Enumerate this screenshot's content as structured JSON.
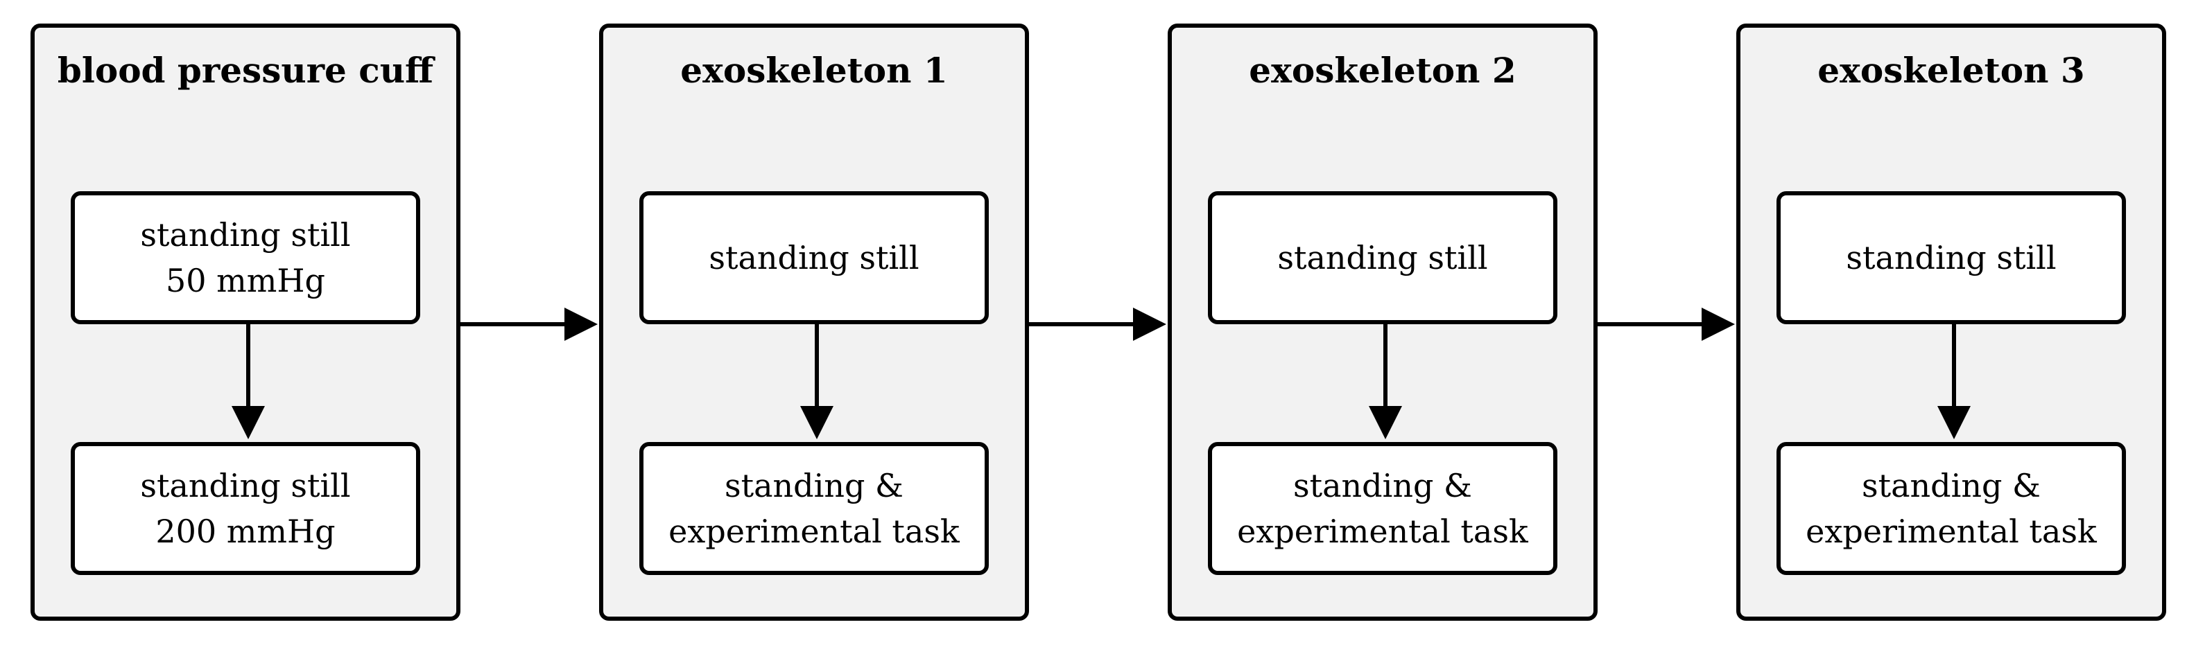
{
  "panels": [
    {
      "title": "blood pressure cuff",
      "steps": [
        {
          "line1": "standing still",
          "line2": "50 mmHg"
        },
        {
          "line1": "standing still",
          "line2": "200 mmHg"
        }
      ]
    },
    {
      "title": "exoskeleton 1",
      "steps": [
        {
          "line1": "standing still",
          "line2": ""
        },
        {
          "line1": "standing &",
          "line2": "experimental task"
        }
      ]
    },
    {
      "title": "exoskeleton 2",
      "steps": [
        {
          "line1": "standing still",
          "line2": ""
        },
        {
          "line1": "standing &",
          "line2": "experimental task"
        }
      ]
    },
    {
      "title": "exoskeleton 3",
      "steps": [
        {
          "line1": "standing still",
          "line2": ""
        },
        {
          "line1": "standing &",
          "line2": "experimental task"
        }
      ]
    }
  ],
  "colors": {
    "panel_fill": "#f2f2f2",
    "box_fill": "#ffffff",
    "stroke": "#000000"
  }
}
